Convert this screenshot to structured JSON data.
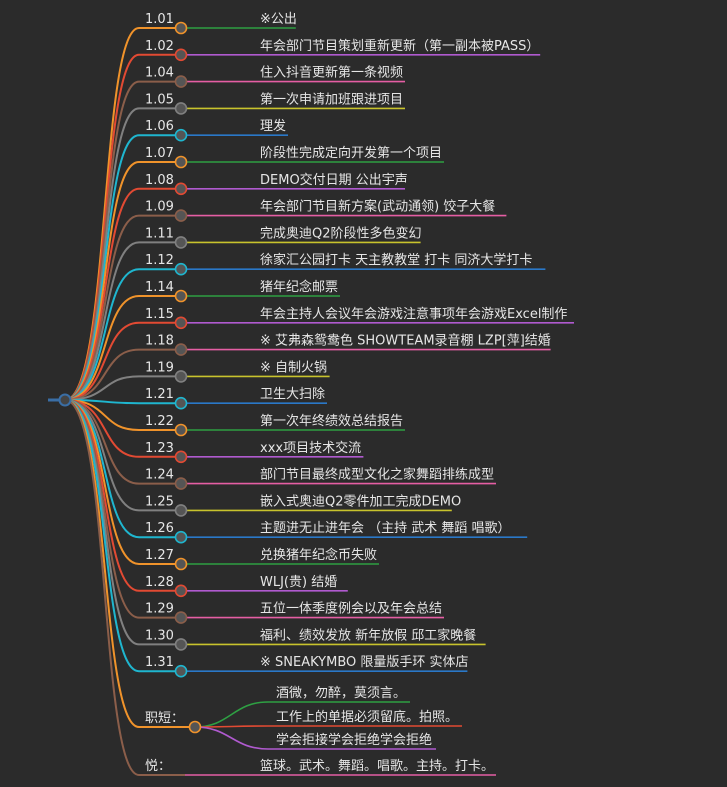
{
  "root": {
    "color": "#3a6ea5"
  },
  "branches": [
    {
      "date": "1.01",
      "color": "#f0932b",
      "leaf_color": "#2ea043",
      "text": "※公出"
    },
    {
      "date": "1.02",
      "color": "#e24a33",
      "leaf_color": "#b05acf",
      "text": "年会部门节目策划重新更新（第一副本被PASS）"
    },
    {
      "date": "1.04",
      "color": "#8b5e4a",
      "leaf_color": "#e55ea4",
      "text": "住入抖音更新第一条视频"
    },
    {
      "date": "1.05",
      "color": "#808080",
      "leaf_color": "#c8c32d",
      "text": "第一次申请加班跟进项目"
    },
    {
      "date": "1.06",
      "color": "#1fb6cf",
      "leaf_color": "#2a78c8",
      "text": "理发"
    },
    {
      "date": "1.07",
      "color": "#f0932b",
      "leaf_color": "#2ea043",
      "text": "阶段性完成定向开发第一个项目"
    },
    {
      "date": "1.08",
      "color": "#e24a33",
      "leaf_color": "#b05acf",
      "text": "DEMO交付日期 公出宇声"
    },
    {
      "date": "1.09",
      "color": "#8b5e4a",
      "leaf_color": "#e55ea4",
      "text": "年会部门节目新方案(武动通领) 饺子大餐"
    },
    {
      "date": "1.11",
      "color": "#808080",
      "leaf_color": "#c8c32d",
      "text": "完成奥迪Q2阶段性多色变幻"
    },
    {
      "date": "1.12",
      "color": "#1fb6cf",
      "leaf_color": "#2a78c8",
      "text": "徐家汇公园打卡 天主教教堂 打卡 同济大学打卡"
    },
    {
      "date": "1.14",
      "color": "#f0932b",
      "leaf_color": "#2ea043",
      "text": "猪年纪念邮票"
    },
    {
      "date": "1.15",
      "color": "#e24a33",
      "leaf_color": "#b05acf",
      "text": "年会主持人会议年会游戏注意事项年会游戏Excel制作"
    },
    {
      "date": "1.18",
      "color": "#8b5e4a",
      "leaf_color": "#e55ea4",
      "text": "※ 艾弗森鸳鸯色 SHOWTEAM录音棚 LZP[萍]结婚"
    },
    {
      "date": "1.19",
      "color": "#808080",
      "leaf_color": "#c8c32d",
      "text": "※ 自制火锅"
    },
    {
      "date": "1.21",
      "color": "#1fb6cf",
      "leaf_color": "#2a78c8",
      "text": "卫生大扫除"
    },
    {
      "date": "1.22",
      "color": "#f0932b",
      "leaf_color": "#2ea043",
      "text": "第一次年终绩效总结报告"
    },
    {
      "date": "1.23",
      "color": "#e24a33",
      "leaf_color": "#b05acf",
      "text": "xxx项目技术交流"
    },
    {
      "date": "1.24",
      "color": "#8b5e4a",
      "leaf_color": "#e55ea4",
      "text": "部门节目最终成型文化之家舞蹈排练成型"
    },
    {
      "date": "1.25",
      "color": "#808080",
      "leaf_color": "#c8c32d",
      "text": "嵌入式奥迪Q2零件加工完成DEMO"
    },
    {
      "date": "1.26",
      "color": "#1fb6cf",
      "leaf_color": "#2a78c8",
      "text": "主题进无止进年会 （主持 武术 舞蹈 唱歌）"
    },
    {
      "date": "1.27",
      "color": "#f0932b",
      "leaf_color": "#2ea043",
      "text": "兑换猪年纪念币失败"
    },
    {
      "date": "1.28",
      "color": "#e24a33",
      "leaf_color": "#b05acf",
      "text": "WLJ(贵) 结婚"
    },
    {
      "date": "1.29",
      "color": "#8b5e4a",
      "leaf_color": "#e55ea4",
      "text": "五位一体季度例会以及年会总结"
    },
    {
      "date": "1.30",
      "color": "#808080",
      "leaf_color": "#c8c32d",
      "text": "福利、绩效发放 新年放假 邱工家晚餐"
    },
    {
      "date": "1.31",
      "color": "#1fb6cf",
      "leaf_color": "#2a78c8",
      "text": "※ SNEAKYMBO 限量版手环 实体店"
    }
  ],
  "groups": [
    {
      "label": "职短：",
      "color": "#f0932b",
      "children": [
        {
          "text": "酒微，勿醉，莫须言。",
          "color": "#2ea043"
        },
        {
          "text": "工作上的单据必须留底。拍照。",
          "color": "#e24a33"
        },
        {
          "text": "学会拒接学会拒绝学会拒绝",
          "color": "#b05acf"
        }
      ]
    },
    {
      "label": "悦：",
      "color": "#8b5e4a",
      "leaf": {
        "text": "篮球。武术。舞蹈。唱歌。主持。打卡。",
        "color": "#e55ea4"
      }
    }
  ]
}
